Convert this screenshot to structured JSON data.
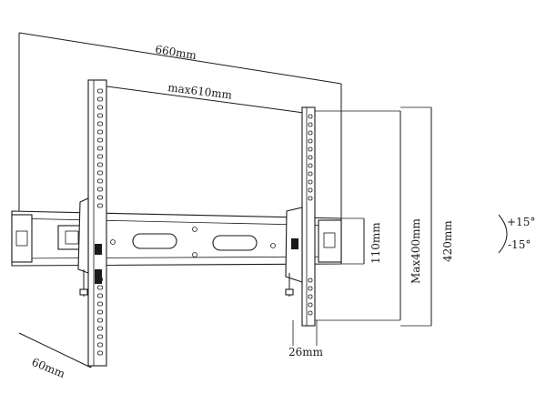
{
  "diagram": {
    "labels": {
      "width_overall": "660mm",
      "max_hole_spacing": "max610mm",
      "rail_height": "110mm",
      "max_vertical_spacing": "Max400mm",
      "arm_length": "420mm",
      "depth": "60mm",
      "arm_width": "26mm",
      "tilt_up": "+15°",
      "tilt_down": "-15°"
    },
    "colors": {
      "line": "#1a1a1a",
      "background": "#ffffff"
    }
  }
}
